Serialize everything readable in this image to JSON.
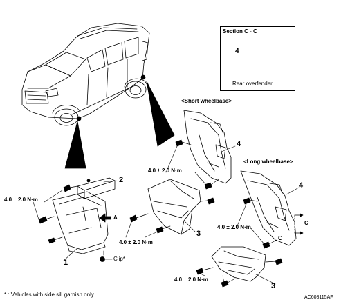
{
  "section": {
    "title": "Section C - C",
    "part_num": "4",
    "caption": "Rear overfender"
  },
  "wheelbase": {
    "short": "<Short wheelbase>",
    "long": "<Long wheelbase>"
  },
  "torque": "4.0 ± 2.0 N·m",
  "parts": {
    "p1": "1",
    "p2": "2",
    "p3": "3",
    "p4": "4"
  },
  "view_arrow": "A",
  "section_marker": "C",
  "clip_label": "Clip*",
  "footnote": "* : Vehicles with side sill garnish only.",
  "diagram_code": "AC608115AF"
}
